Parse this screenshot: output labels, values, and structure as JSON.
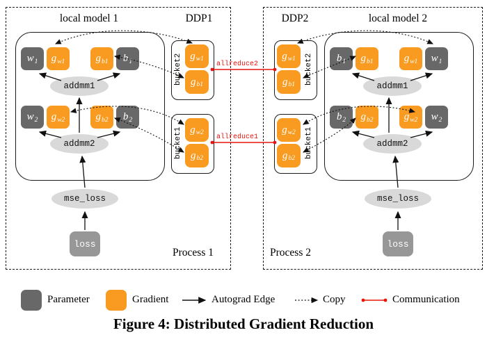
{
  "caption": "Figure 4: Distributed Gradient Reduction",
  "colors": {
    "parameter": "#686868",
    "gradient": "#F89B20",
    "operation": "#D9D9D9",
    "loss": "#979797",
    "communication": "#E8130C"
  },
  "process1": {
    "label": "Process 1",
    "model_label": "local model 1",
    "ddp_label": "DDP1",
    "nodes": {
      "w1": {
        "main": "w",
        "sub": "1"
      },
      "gw1": {
        "main": "g",
        "sub": "w1"
      },
      "gb1": {
        "main": "g",
        "sub": "b1"
      },
      "b1": {
        "main": "b",
        "sub": "1"
      },
      "w2": {
        "main": "w",
        "sub": "2"
      },
      "gw2": {
        "main": "g",
        "sub": "w2"
      },
      "gb2": {
        "main": "g",
        "sub": "b2"
      },
      "b2": {
        "main": "b",
        "sub": "2"
      },
      "addmm1": "addmm1",
      "addmm2": "addmm2",
      "mse_loss": "mse_loss",
      "loss": "loss"
    },
    "bucket2": {
      "label": "bucket2",
      "grad1": {
        "main": "g",
        "sub": "w1"
      },
      "grad2": {
        "main": "g",
        "sub": "b1"
      }
    },
    "bucket1": {
      "label": "bucket1",
      "grad1": {
        "main": "g",
        "sub": "w2"
      },
      "grad2": {
        "main": "g",
        "sub": "b2"
      }
    }
  },
  "process2": {
    "label": "Process 2",
    "model_label": "local model 2",
    "ddp_label": "DDP2",
    "nodes": {
      "w1": {
        "main": "w",
        "sub": "1"
      },
      "gw1": {
        "main": "g",
        "sub": "w1"
      },
      "gb1": {
        "main": "g",
        "sub": "b1"
      },
      "b1": {
        "main": "b",
        "sub": "1"
      },
      "w2": {
        "main": "w",
        "sub": "2"
      },
      "gw2": {
        "main": "g",
        "sub": "w2"
      },
      "gb2": {
        "main": "g",
        "sub": "b2"
      },
      "b2": {
        "main": "b",
        "sub": "2"
      },
      "addmm1": "addmm1",
      "addmm2": "addmm2",
      "mse_loss": "mse_loss",
      "loss": "loss"
    },
    "bucket2": {
      "label": "bucket2",
      "grad1": {
        "main": "g",
        "sub": "w1"
      },
      "grad2": {
        "main": "g",
        "sub": "b1"
      }
    },
    "bucket1": {
      "label": "bucket1",
      "grad1": {
        "main": "g",
        "sub": "w2"
      },
      "grad2": {
        "main": "g",
        "sub": "b2"
      }
    }
  },
  "communication": {
    "allreduce2": "allreduce2",
    "allreduce1": "allreduce1"
  },
  "legend": {
    "parameter": "Parameter",
    "gradient": "Gradient",
    "autograd_edge": "Autograd Edge",
    "copy": "Copy",
    "communication": "Communication"
  }
}
